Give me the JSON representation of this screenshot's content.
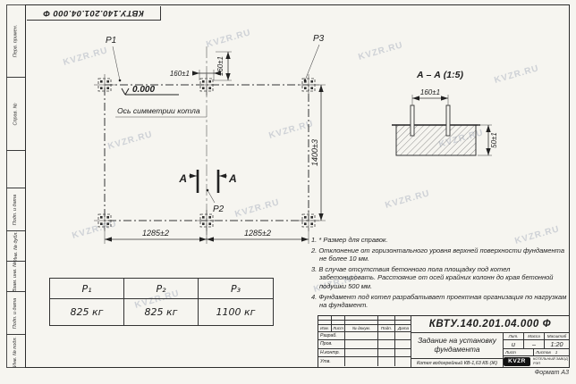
{
  "watermark": "KVZR.RU",
  "corner_stamp": {
    "doc_number": "КВТУ.140.201.04.000 Ф"
  },
  "left_margin": {
    "fields": [
      "Перв. примен.",
      "Справ. №",
      "",
      "Подп. и дата",
      "Инв. № дубл.",
      "Взам. инв. №",
      "Подп. и дата",
      "Инв. № подл."
    ]
  },
  "plan": {
    "p1": "P1",
    "p2": "P2",
    "p3": "P3",
    "level_mark": "0.000",
    "axis_label": "Ось симметрии котла",
    "section_letter": "А",
    "dim_bolt_width": "160±1",
    "dim_bolt_height": "160±1",
    "dim_depth": "1400±3",
    "dim_bay_left": "1285±2",
    "dim_bay_right": "1285±2"
  },
  "detail": {
    "title": "А – А (1:5)",
    "dim_width": "160±1",
    "dim_height": "50±1"
  },
  "notes": [
    "1. * Размер для справок.",
    "2. Отклонение от горизонтального уровня верхней поверхности фундамента не более 10 мм.",
    "3. В случае отсутствия бетонного пола площадку под котел забетонировать. Расстояние от осей крайних колонн до края бетонной подушки 500 мм.",
    "4. Фундамент под котел разрабатывает проектная организация по нагрузкам на фундамент."
  ],
  "load_table": {
    "headers": [
      "Р₁",
      "Р₂",
      "Р₃"
    ],
    "values": [
      "825 кг",
      "825 кг",
      "1100 кг"
    ]
  },
  "title_block": {
    "doc_number": "КВТУ.140.201.04.000 Ф",
    "title": "Задание на установку фундамента",
    "product": "Котел водогрейный КВ-1,63 КБ (Ж)",
    "header_row": [
      "Изм.",
      "Лист",
      "№ докум.",
      "Подп.",
      "Дата"
    ],
    "roles": [
      "Разраб.",
      "Пров.",
      "Н.контр.",
      "Утв."
    ],
    "lit_label": "Лит.",
    "lit_value": "и",
    "mass_label": "Масса",
    "mass_value": "–",
    "scale_label": "Масштаб",
    "scale_value": "1:20",
    "sheet_label": "Лист",
    "sheets_label": "Листов",
    "sheets_value": "1",
    "logo_text": "KVZR",
    "company": "КОТЕЛЬНЫЙ ЗАВОД РЭП"
  },
  "format_label": "Формат А3"
}
